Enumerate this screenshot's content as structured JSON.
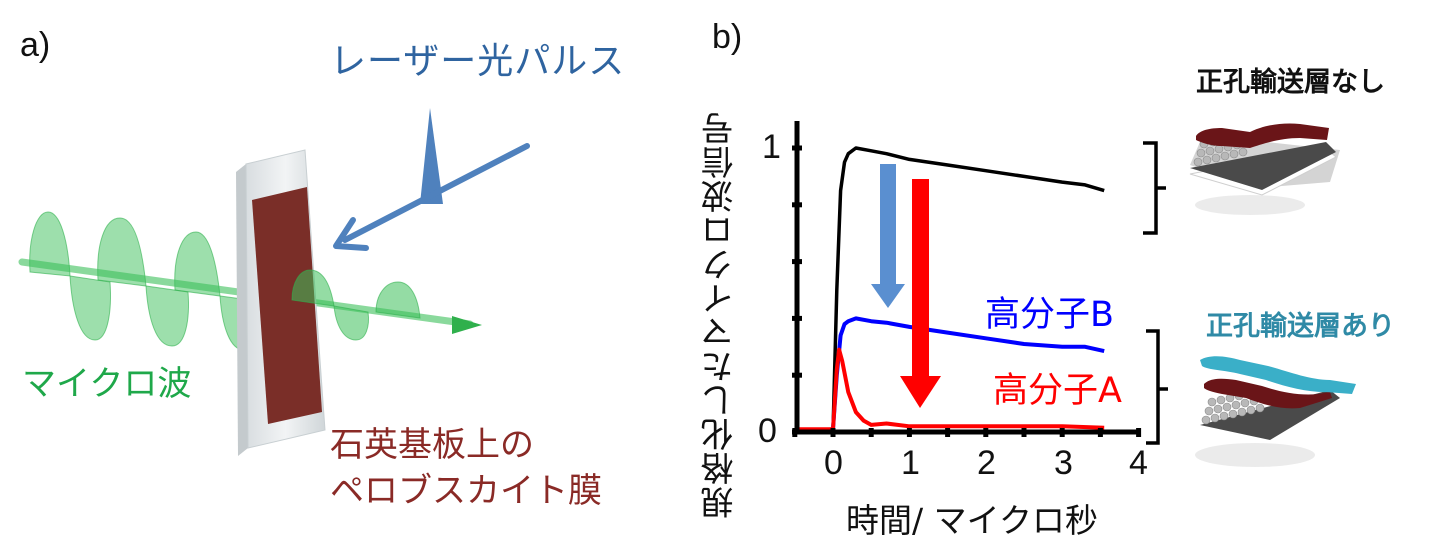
{
  "panel_a": {
    "label": "a)",
    "laser_label": "レーザー光パルス",
    "microwave_label": "マイクロ波",
    "film_label_line1": "石英基板上の",
    "film_label_line2": "ペロブスカイト膜",
    "colors": {
      "laser": "#4f81bd",
      "microwave": "#3cc05a",
      "film": "#7a2e28",
      "substrate": "#e4e8ea"
    }
  },
  "panel_b": {
    "label": "b)",
    "no_htl_label": "正孔輸送層なし",
    "with_htl_label": "正孔輸送層あり",
    "series_b_label": "高分子B",
    "series_a_label": "高分子A",
    "colors": {
      "no_htl": "#000000",
      "polymer_b": "#0000ff",
      "polymer_a": "#ff0000",
      "arrow_b": "#5a8fd0",
      "arrow_a": "#ff0000",
      "htl_layer": "#3aafc8"
    }
  },
  "chart_data": {
    "type": "line",
    "title": "",
    "xlabel": "時間/ マイクロ秒",
    "ylabel": "規格化したマイクロ波信号",
    "xlim": [
      -0.5,
      4
    ],
    "ylim": [
      0,
      1.1
    ],
    "xticks": [
      0,
      1,
      2,
      3,
      4
    ],
    "xtick_labels": [
      "0",
      "1",
      "2",
      "3",
      "4"
    ],
    "yticks": [
      0,
      0.2,
      0.4,
      0.6,
      0.8,
      1.0
    ],
    "ytick_labels": [
      "0",
      "",
      "",
      "",
      "",
      "1"
    ],
    "grid": false,
    "legend": "inline labels",
    "series": [
      {
        "name": "正孔輸送層なし",
        "color": "#000000",
        "x": [
          -0.5,
          0.0,
          0.05,
          0.1,
          0.15,
          0.2,
          0.3,
          0.5,
          0.7,
          1.0,
          1.5,
          2.0,
          2.5,
          3.0,
          3.3,
          3.55
        ],
        "y": [
          0,
          0,
          0.5,
          0.85,
          0.95,
          0.98,
          1.0,
          0.99,
          0.98,
          0.96,
          0.94,
          0.92,
          0.9,
          0.88,
          0.87,
          0.85
        ]
      },
      {
        "name": "高分子B",
        "color": "#0000ff",
        "x": [
          -0.5,
          0.0,
          0.05,
          0.1,
          0.15,
          0.2,
          0.3,
          0.5,
          0.7,
          1.0,
          1.5,
          2.0,
          2.5,
          3.0,
          3.3,
          3.55
        ],
        "y": [
          0,
          0.01,
          0.2,
          0.34,
          0.38,
          0.39,
          0.4,
          0.39,
          0.385,
          0.37,
          0.35,
          0.33,
          0.31,
          0.3,
          0.3,
          0.285
        ]
      },
      {
        "name": "高分子A",
        "color": "#ff0000",
        "x": [
          -0.5,
          0.0,
          0.05,
          0.08,
          0.12,
          0.2,
          0.3,
          0.4,
          0.5,
          0.7,
          1.0,
          1.5,
          2.0,
          2.5,
          3.0,
          3.55
        ],
        "y": [
          0.01,
          0.01,
          0.22,
          0.29,
          0.25,
          0.14,
          0.07,
          0.04,
          0.025,
          0.03,
          0.02,
          0.02,
          0.02,
          0.02,
          0.02,
          0.015
        ]
      }
    ],
    "annotations": [
      {
        "text": "高分子B",
        "color": "#0000ff"
      },
      {
        "text": "高分子A",
        "color": "#ff0000"
      },
      {
        "text": "正孔輸送層なし",
        "target": "black curve (bracket)"
      },
      {
        "text": "正孔輸送層あり",
        "target": "blue and red curves (bracket)"
      }
    ]
  }
}
